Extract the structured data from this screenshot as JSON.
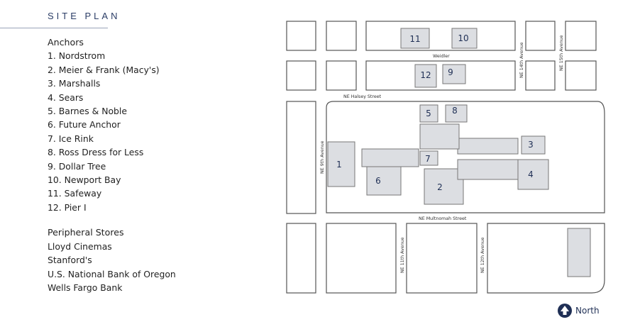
{
  "title": "SITE PLAN",
  "anchors": {
    "heading": "Anchors",
    "items": [
      "1. Nordstrom",
      "2. Meier & Frank (Macy's)",
      "3. Marshalls",
      "4. Sears",
      "5. Barnes & Noble",
      "6. Future Anchor",
      "7. Ice Rink",
      "8. Ross Dress for Less",
      "9. Dollar Tree",
      "10. Newport Bay",
      "11. Safeway",
      "12. Pier I"
    ]
  },
  "peripheral": {
    "heading": "Peripheral Stores",
    "items": [
      "Lloyd Cinemas",
      "Stanford's",
      "U.S. National Bank of Oregon",
      "Wells Fargo Bank"
    ]
  },
  "map": {
    "streets": {
      "weidler": "Weidler",
      "halsey": "NE Halsey Street",
      "multnomah": "NE Multnomah Street",
      "ave9": "NE 9th Avenue",
      "ave11": "NE 11th Avenue",
      "ave12": "NE 12th Avenue",
      "ave14": "NE 14th Avenue",
      "ave15": "NE 15th Avenue"
    },
    "building_numbers": [
      "1",
      "2",
      "3",
      "4",
      "5",
      "6",
      "7",
      "8",
      "9",
      "10",
      "11",
      "12"
    ]
  },
  "north_label": "North",
  "colors": {
    "title": "#2b3d66",
    "building_fill": "#dcdee2",
    "outline": "#555555"
  }
}
